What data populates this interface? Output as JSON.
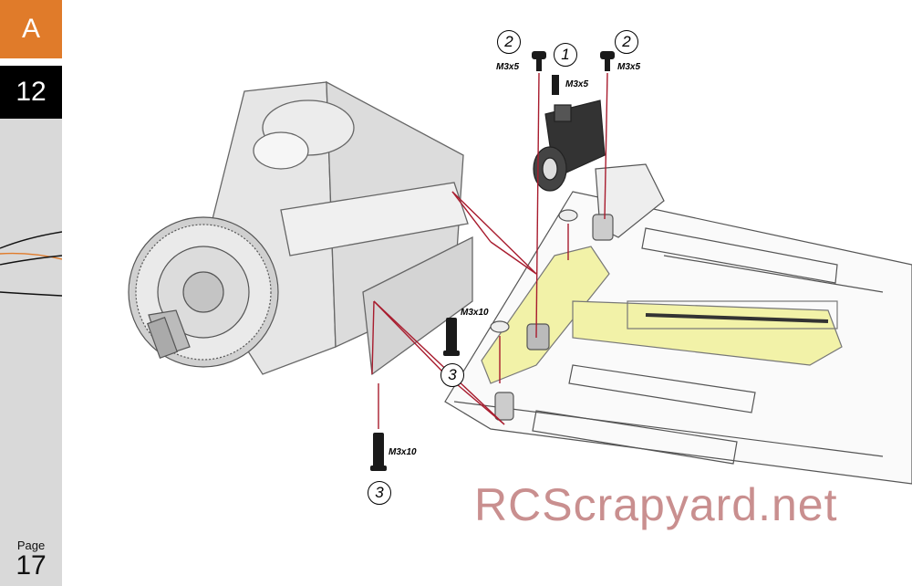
{
  "sidebar": {
    "section": "A",
    "step": "12",
    "page_label": "Page",
    "page_number": "17"
  },
  "callouts": {
    "c1": "1",
    "c2a": "2",
    "c2b": "2",
    "c3a": "3",
    "c3b": "3"
  },
  "parts": {
    "screw_left": "M3x5",
    "screw_mid": "M3x5",
    "screw_right": "M3x5",
    "screw_m3x10_top": "M3x10",
    "screw_m3x10_bottom": "M3x10"
  },
  "watermark": "RCScrapyard.net",
  "colors": {
    "accent": "#e07b2a",
    "step_bg": "#000000",
    "guide_line": "#a81c2e",
    "highlight": "#f2f2a8"
  }
}
